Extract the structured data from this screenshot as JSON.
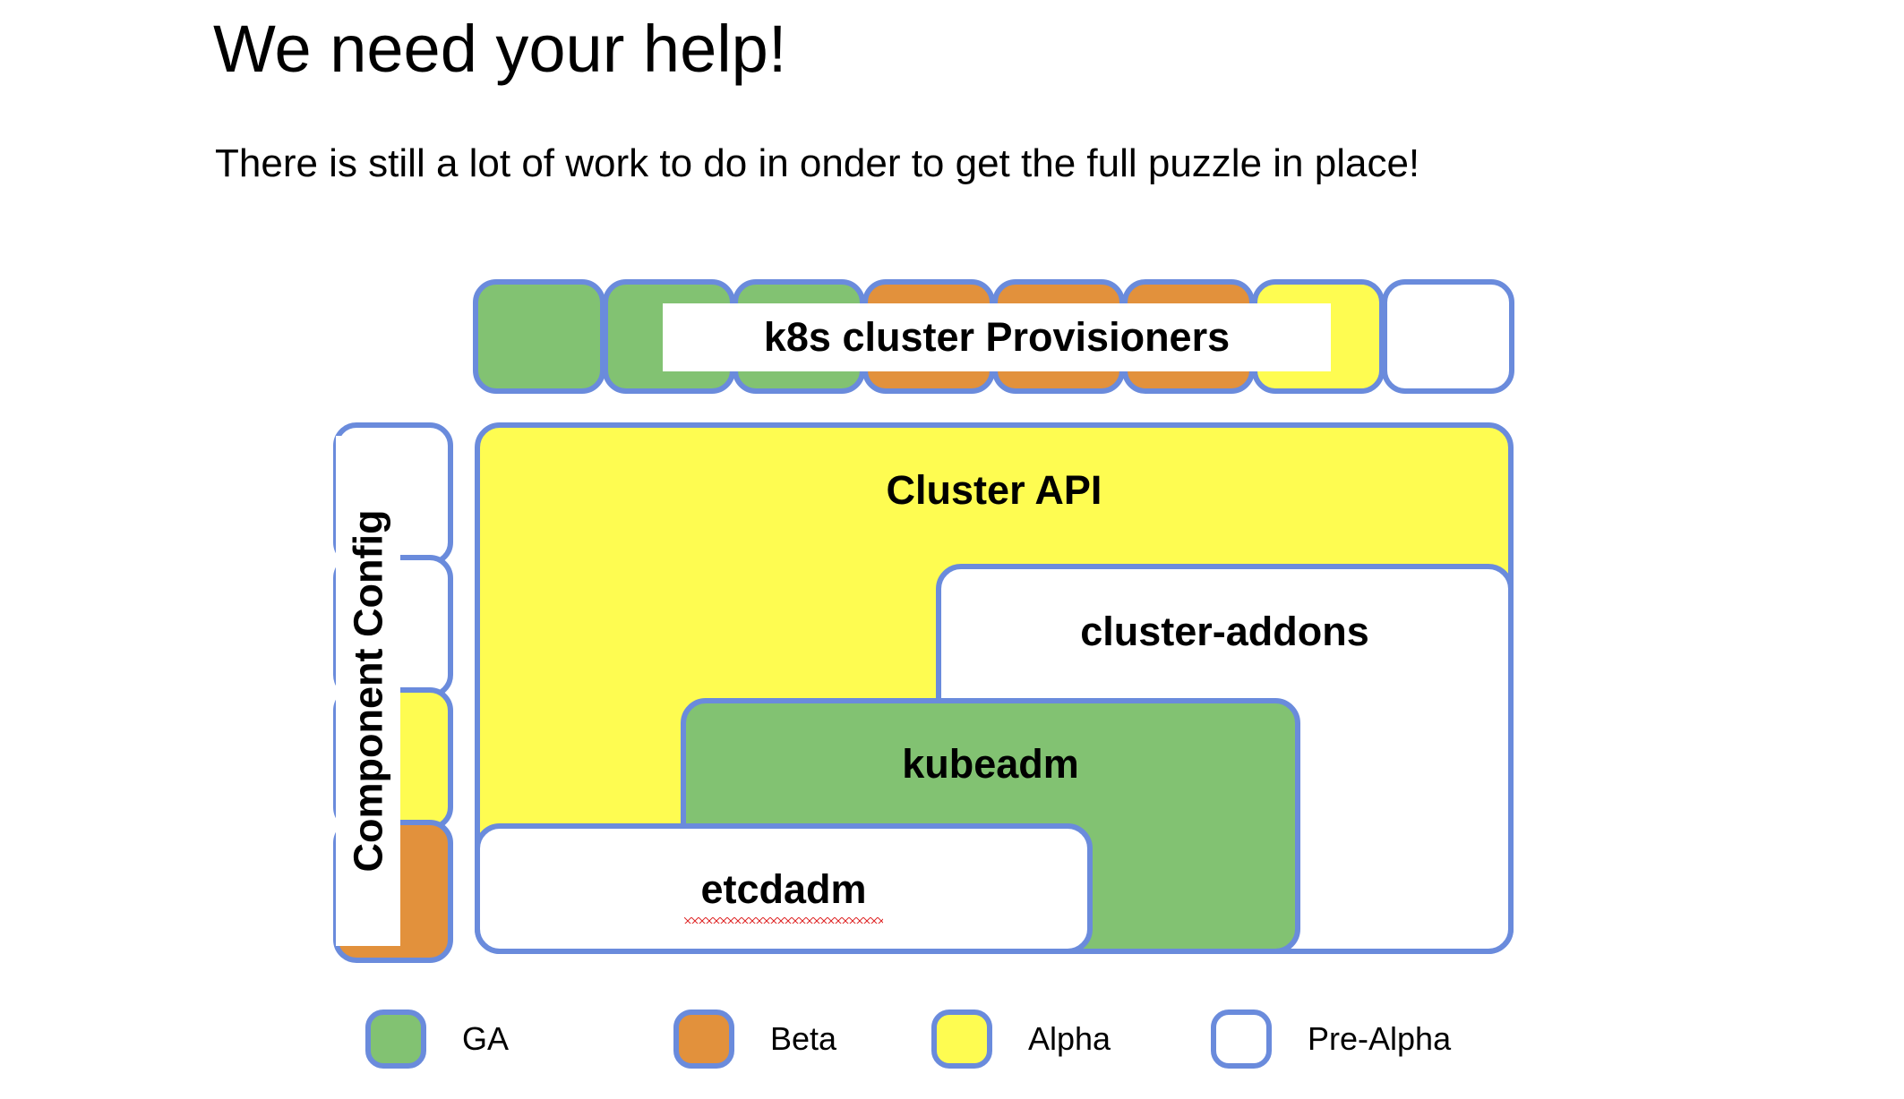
{
  "slide": {
    "title": "We need your help!",
    "subtitle": "There is still a lot of work to do in onder to get the full puzzle in place!"
  },
  "colors": {
    "border": "#6A8BDC",
    "ga": "#82C272",
    "beta": "#E2913C",
    "alpha": "#FEFC51",
    "pre_alpha": "#FFFFFF",
    "text": "#000000",
    "spellcheck_underline": "#E03030"
  },
  "provisioner_row": {
    "label": "k8s cluster Provisioners",
    "boxes": [
      {
        "maturity": "GA",
        "fill": "ga"
      },
      {
        "maturity": "GA",
        "fill": "ga"
      },
      {
        "maturity": "GA",
        "fill": "ga"
      },
      {
        "maturity": "Beta",
        "fill": "beta"
      },
      {
        "maturity": "Beta",
        "fill": "beta"
      },
      {
        "maturity": "Beta",
        "fill": "beta"
      },
      {
        "maturity": "Alpha",
        "fill": "alpha"
      },
      {
        "maturity": "Pre-Alpha",
        "fill": "prealpha"
      }
    ]
  },
  "component_config": {
    "label": "Component Config",
    "boxes": [
      {
        "maturity": "Pre-Alpha",
        "fill": "prealpha"
      },
      {
        "maturity": "Pre-Alpha",
        "fill": "prealpha"
      },
      {
        "maturity": "Alpha",
        "fill": "alpha"
      },
      {
        "maturity": "Beta",
        "fill": "beta"
      }
    ]
  },
  "nodes": [
    {
      "key": "cluster_api",
      "label": "Cluster API",
      "maturity": "Alpha",
      "fill": "alpha"
    },
    {
      "key": "cluster_addons",
      "label": "cluster-addons",
      "maturity": "Pre-Alpha",
      "fill": "prealpha"
    },
    {
      "key": "kubeadm",
      "label": "kubeadm",
      "maturity": "GA",
      "fill": "ga"
    },
    {
      "key": "etcdadm",
      "label": "etcdadm",
      "maturity": "Pre-Alpha",
      "fill": "prealpha"
    }
  ],
  "legend": {
    "items": [
      {
        "label": "GA",
        "fill": "ga"
      },
      {
        "label": "Beta",
        "fill": "beta"
      },
      {
        "label": "Alpha",
        "fill": "alpha"
      },
      {
        "label": "Pre-Alpha",
        "fill": "prealpha"
      }
    ]
  }
}
